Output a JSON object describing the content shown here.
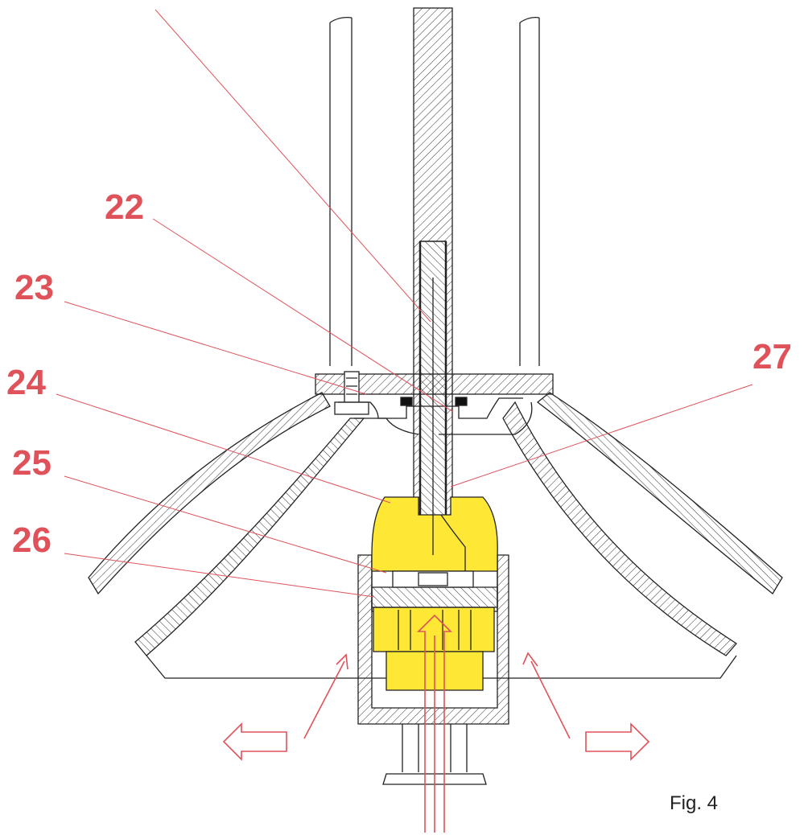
{
  "figure": {
    "caption": "Fig. 4",
    "reference_numerals": [
      "22",
      "23",
      "24",
      "25",
      "26",
      "27"
    ]
  },
  "colors": {
    "label": "#e0525a",
    "leader": "#e0525a",
    "line": "#222222",
    "highlight": "#ffe835",
    "background": "#ffffff"
  },
  "arrows": [
    {
      "meaning": "inflow",
      "direction": "up"
    },
    {
      "meaning": "outflow",
      "direction": "left"
    },
    {
      "meaning": "outflow",
      "direction": "right"
    },
    {
      "meaning": "flow",
      "direction": "up-right"
    },
    {
      "meaning": "flow",
      "direction": "up-left"
    }
  ]
}
